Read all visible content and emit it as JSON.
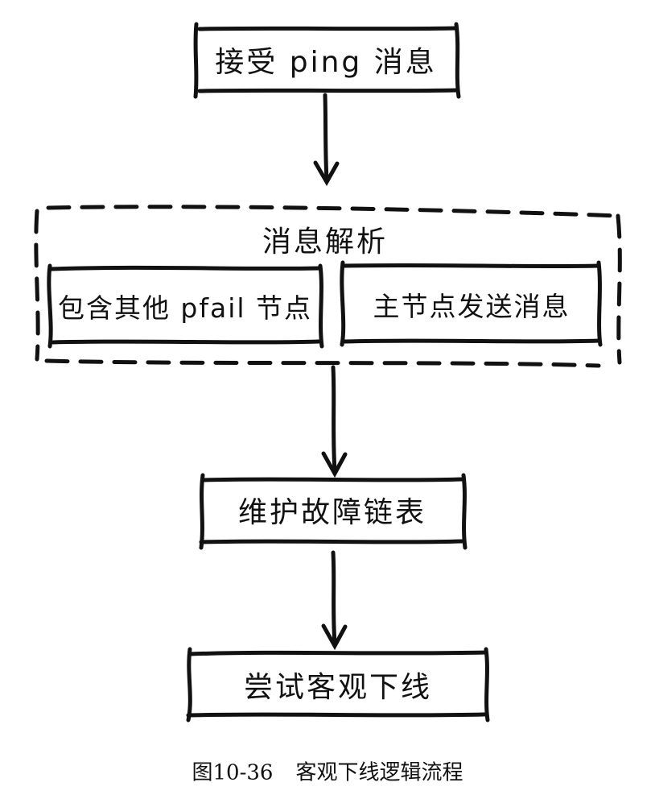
{
  "nodes": {
    "receive_ping": "接受 ping 消息",
    "parse_message": "消息解析",
    "contains_pfail": "包含其他 pfail 节点",
    "master_sends": "主节点发送消息",
    "maintain_list": "维护故障链表",
    "try_objective_offline": "尝试客观下线"
  },
  "caption": {
    "figure_number": "图10-36",
    "title": "客观下线逻辑流程"
  }
}
